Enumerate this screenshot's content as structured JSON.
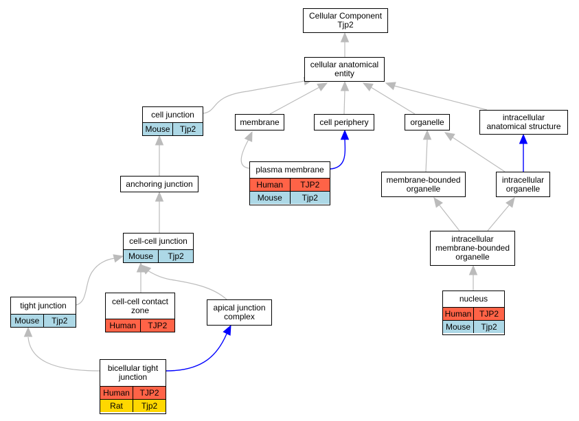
{
  "colors": {
    "edge_default": "#bbbbbb",
    "edge_highlight": "#0000ff",
    "Human": "#ff6347",
    "Mouse": "#add8e6",
    "Rat": "#ffd700"
  },
  "nodes": {
    "cellular_component": {
      "label": "Cellular Component\nTjp2",
      "species": []
    },
    "cellular_anatomical_entity": {
      "label": "cellular anatomical\nentity",
      "species": []
    },
    "cell_junction": {
      "label": "cell junction",
      "species": [
        {
          "species": "Mouse",
          "gene": "Tjp2"
        }
      ]
    },
    "membrane": {
      "label": "membrane",
      "species": []
    },
    "cell_periphery": {
      "label": "cell periphery",
      "species": []
    },
    "organelle": {
      "label": "organelle",
      "species": []
    },
    "intracellular_anatomical_structure": {
      "label": "intracellular\nanatomical structure",
      "species": []
    },
    "anchoring_junction": {
      "label": "anchoring junction",
      "species": []
    },
    "plasma_membrane": {
      "label": "plasma membrane",
      "species": [
        {
          "species": "Human",
          "gene": "TJP2"
        },
        {
          "species": "Mouse",
          "gene": "Tjp2"
        }
      ]
    },
    "membrane_bounded_organelle": {
      "label": "membrane-bounded\norganelle",
      "species": []
    },
    "intracellular_organelle": {
      "label": "intracellular\norganelle",
      "species": []
    },
    "cell_cell_junction": {
      "label": "cell-cell junction",
      "species": [
        {
          "species": "Mouse",
          "gene": "Tjp2"
        }
      ]
    },
    "intracellular_membrane_bounded_organelle": {
      "label": "intracellular\nmembrane-bounded\norganelle",
      "species": []
    },
    "tight_junction": {
      "label": "tight junction",
      "species": [
        {
          "species": "Mouse",
          "gene": "Tjp2"
        }
      ]
    },
    "cell_cell_contact_zone": {
      "label": "cell-cell contact\nzone",
      "species": [
        {
          "species": "Human",
          "gene": "TJP2"
        }
      ]
    },
    "apical_junction_complex": {
      "label": "apical junction\ncomplex",
      "species": []
    },
    "nucleus": {
      "label": "nucleus",
      "species": [
        {
          "species": "Human",
          "gene": "TJP2"
        },
        {
          "species": "Mouse",
          "gene": "Tjp2"
        }
      ]
    },
    "bicellular_tight_junction": {
      "label": "bicellular tight\njunction",
      "species": [
        {
          "species": "Human",
          "gene": "TJP2"
        },
        {
          "species": "Rat",
          "gene": "Tjp2"
        }
      ]
    }
  },
  "edges": [
    {
      "from": "cellular_anatomical_entity",
      "to": "cellular_component",
      "highlight": false
    },
    {
      "from": "cell_junction",
      "to": "cellular_anatomical_entity",
      "highlight": false
    },
    {
      "from": "membrane",
      "to": "cellular_anatomical_entity",
      "highlight": false
    },
    {
      "from": "cell_periphery",
      "to": "cellular_anatomical_entity",
      "highlight": false
    },
    {
      "from": "organelle",
      "to": "cellular_anatomical_entity",
      "highlight": false
    },
    {
      "from": "intracellular_anatomical_structure",
      "to": "cellular_anatomical_entity",
      "highlight": false
    },
    {
      "from": "anchoring_junction",
      "to": "cell_junction",
      "highlight": false
    },
    {
      "from": "plasma_membrane",
      "to": "membrane",
      "highlight": false
    },
    {
      "from": "plasma_membrane",
      "to": "cell_periphery",
      "highlight": true
    },
    {
      "from": "membrane_bounded_organelle",
      "to": "organelle",
      "highlight": false
    },
    {
      "from": "intracellular_organelle",
      "to": "organelle",
      "highlight": false
    },
    {
      "from": "intracellular_organelle",
      "to": "intracellular_anatomical_structure",
      "highlight": true
    },
    {
      "from": "cell_cell_junction",
      "to": "anchoring_junction",
      "highlight": false
    },
    {
      "from": "intracellular_membrane_bounded_organelle",
      "to": "membrane_bounded_organelle",
      "highlight": false
    },
    {
      "from": "intracellular_membrane_bounded_organelle",
      "to": "intracellular_organelle",
      "highlight": false
    },
    {
      "from": "tight_junction",
      "to": "cell_cell_junction",
      "highlight": false
    },
    {
      "from": "cell_cell_contact_zone",
      "to": "cell_cell_junction",
      "highlight": false
    },
    {
      "from": "apical_junction_complex",
      "to": "cell_cell_junction",
      "highlight": false
    },
    {
      "from": "nucleus",
      "to": "intracellular_membrane_bounded_organelle",
      "highlight": false
    },
    {
      "from": "bicellular_tight_junction",
      "to": "tight_junction",
      "highlight": false
    },
    {
      "from": "bicellular_tight_junction",
      "to": "apical_junction_complex",
      "highlight": true
    }
  ]
}
